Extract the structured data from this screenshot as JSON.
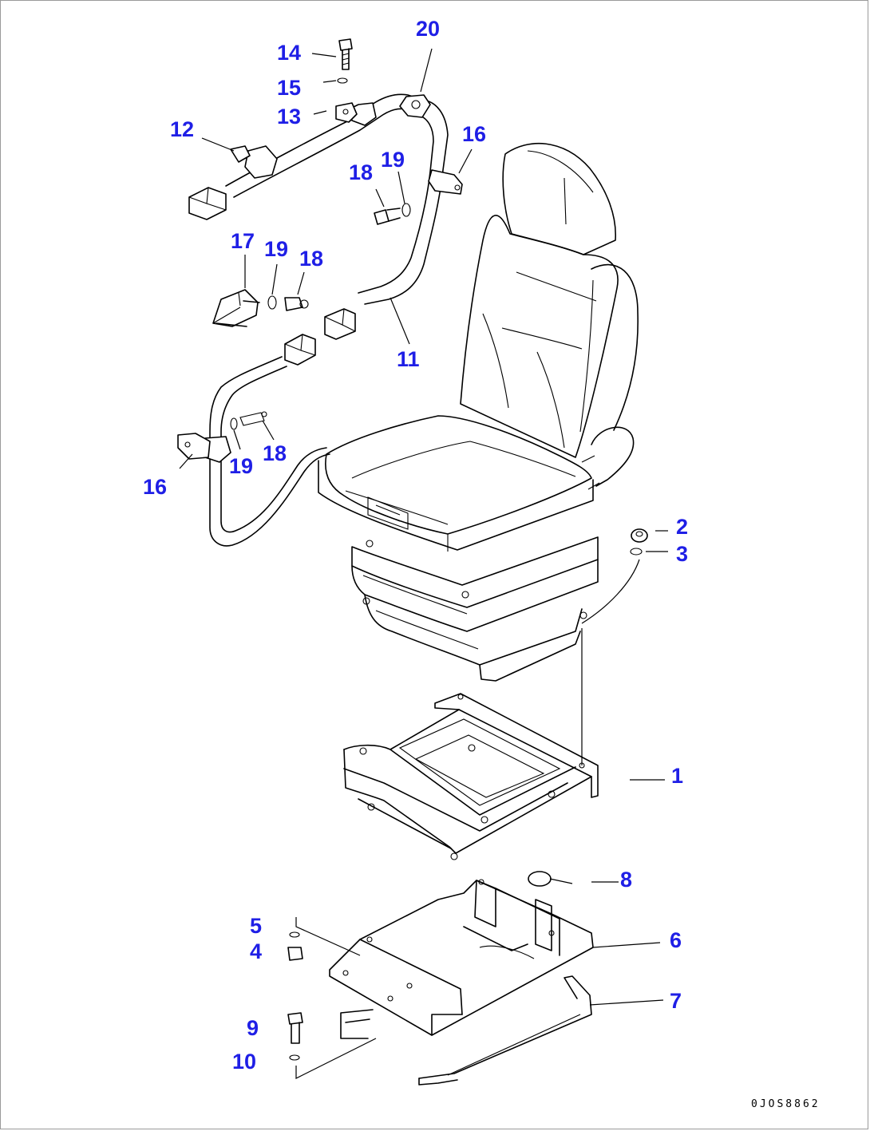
{
  "colors": {
    "callout": "#1f1fe6",
    "line": "#000000",
    "background": "#ffffff",
    "frame": "#9a9a9a"
  },
  "callouts": {
    "c1": "1",
    "c2": "2",
    "c3": "3",
    "c4": "4",
    "c5": "5",
    "c6": "6",
    "c7": "7",
    "c8": "8",
    "c9": "9",
    "c10": "10",
    "c11": "11",
    "c12": "12",
    "c13": "13",
    "c14": "14",
    "c15": "15",
    "c16a": "16",
    "c16b": "16",
    "c17": "17",
    "c18a": "18",
    "c18b": "18",
    "c18c": "18",
    "c19a": "19",
    "c19b": "19",
    "c19c": "19",
    "c20": "20"
  },
  "drawing_number": "0JOS8862"
}
